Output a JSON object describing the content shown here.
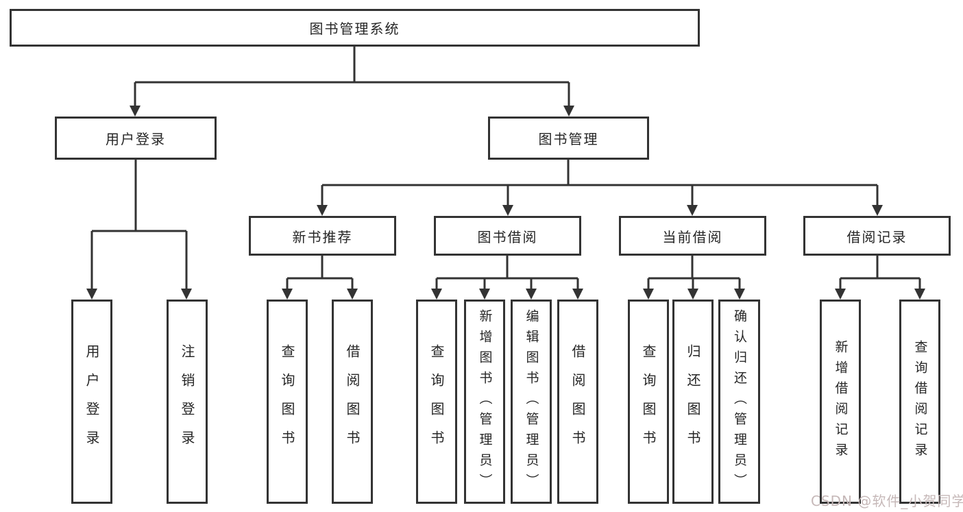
{
  "tree": {
    "label": "图书管理系统",
    "children": [
      {
        "label": "用户登录",
        "children": [
          {
            "label": "用户登录"
          },
          {
            "label": "注销登录"
          }
        ]
      },
      {
        "label": "图书管理",
        "children": [
          {
            "label": "新书推荐",
            "children": [
              {
                "label": "查询图书"
              },
              {
                "label": "借阅图书"
              }
            ]
          },
          {
            "label": "图书借阅",
            "children": [
              {
                "label": "查询图书"
              },
              {
                "label": "新增图书（管理员）"
              },
              {
                "label": "编辑图书（管理员）"
              },
              {
                "label": "借阅图书"
              }
            ]
          },
          {
            "label": "当前借阅",
            "children": [
              {
                "label": "查询图书"
              },
              {
                "label": "归还图书"
              },
              {
                "label": "确认归还（管理员）"
              }
            ]
          },
          {
            "label": "借阅记录",
            "children": [
              {
                "label": "新增借阅记录"
              },
              {
                "label": "查询借阅记录"
              }
            ]
          }
        ]
      }
    ]
  },
  "watermark": {
    "text": "CSDN @软件_小贺同学"
  },
  "colors": {
    "line": "#333333",
    "text": "#262626",
    "background": "#ffffff",
    "watermark": "#c6b8b8"
  }
}
